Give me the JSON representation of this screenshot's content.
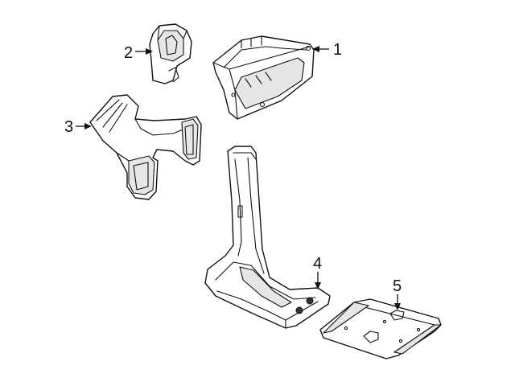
{
  "diagram": {
    "callouts": [
      {
        "id": "1",
        "label": "1"
      },
      {
        "id": "2",
        "label": "2"
      },
      {
        "id": "3",
        "label": "3"
      },
      {
        "id": "4",
        "label": "4"
      },
      {
        "id": "5",
        "label": "5"
      }
    ],
    "colors": {
      "line": "#111111",
      "background": "#ffffff",
      "shade": "#e6e6e6"
    }
  }
}
